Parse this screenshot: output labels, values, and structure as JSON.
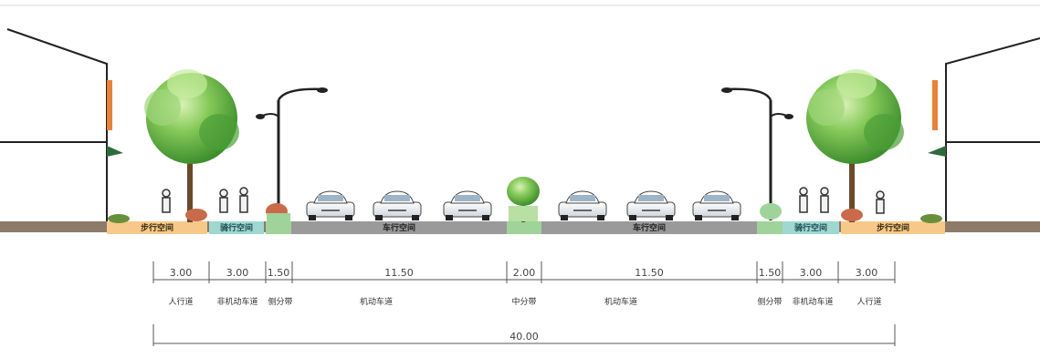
{
  "zones": {
    "walk_left": "步行空间",
    "bike_left": "骑行空间",
    "car_left": "车行空间",
    "car_right": "车行空间",
    "bike_right": "骑行空间",
    "walk_right": "步行空间"
  },
  "widths": [
    "3.00",
    "3.00",
    "1.50",
    "11.50",
    "2.00",
    "11.50",
    "1.50",
    "3.00",
    "3.00"
  ],
  "lanes": [
    "人行道",
    "非机动车道",
    "侧分带",
    "机动车道",
    "中分带",
    "机动车道",
    "侧分带",
    "非机动车道",
    "人行道"
  ],
  "total": "40.00",
  "colors": {
    "sidewalk": "#f6c98a",
    "bikelane": "#9fd8d0",
    "roadway": "#9a9a9a",
    "median": "#9fd39a",
    "ground": "#8c7b68",
    "tree": "#6fbf4a",
    "dim_line": "#555555"
  }
}
